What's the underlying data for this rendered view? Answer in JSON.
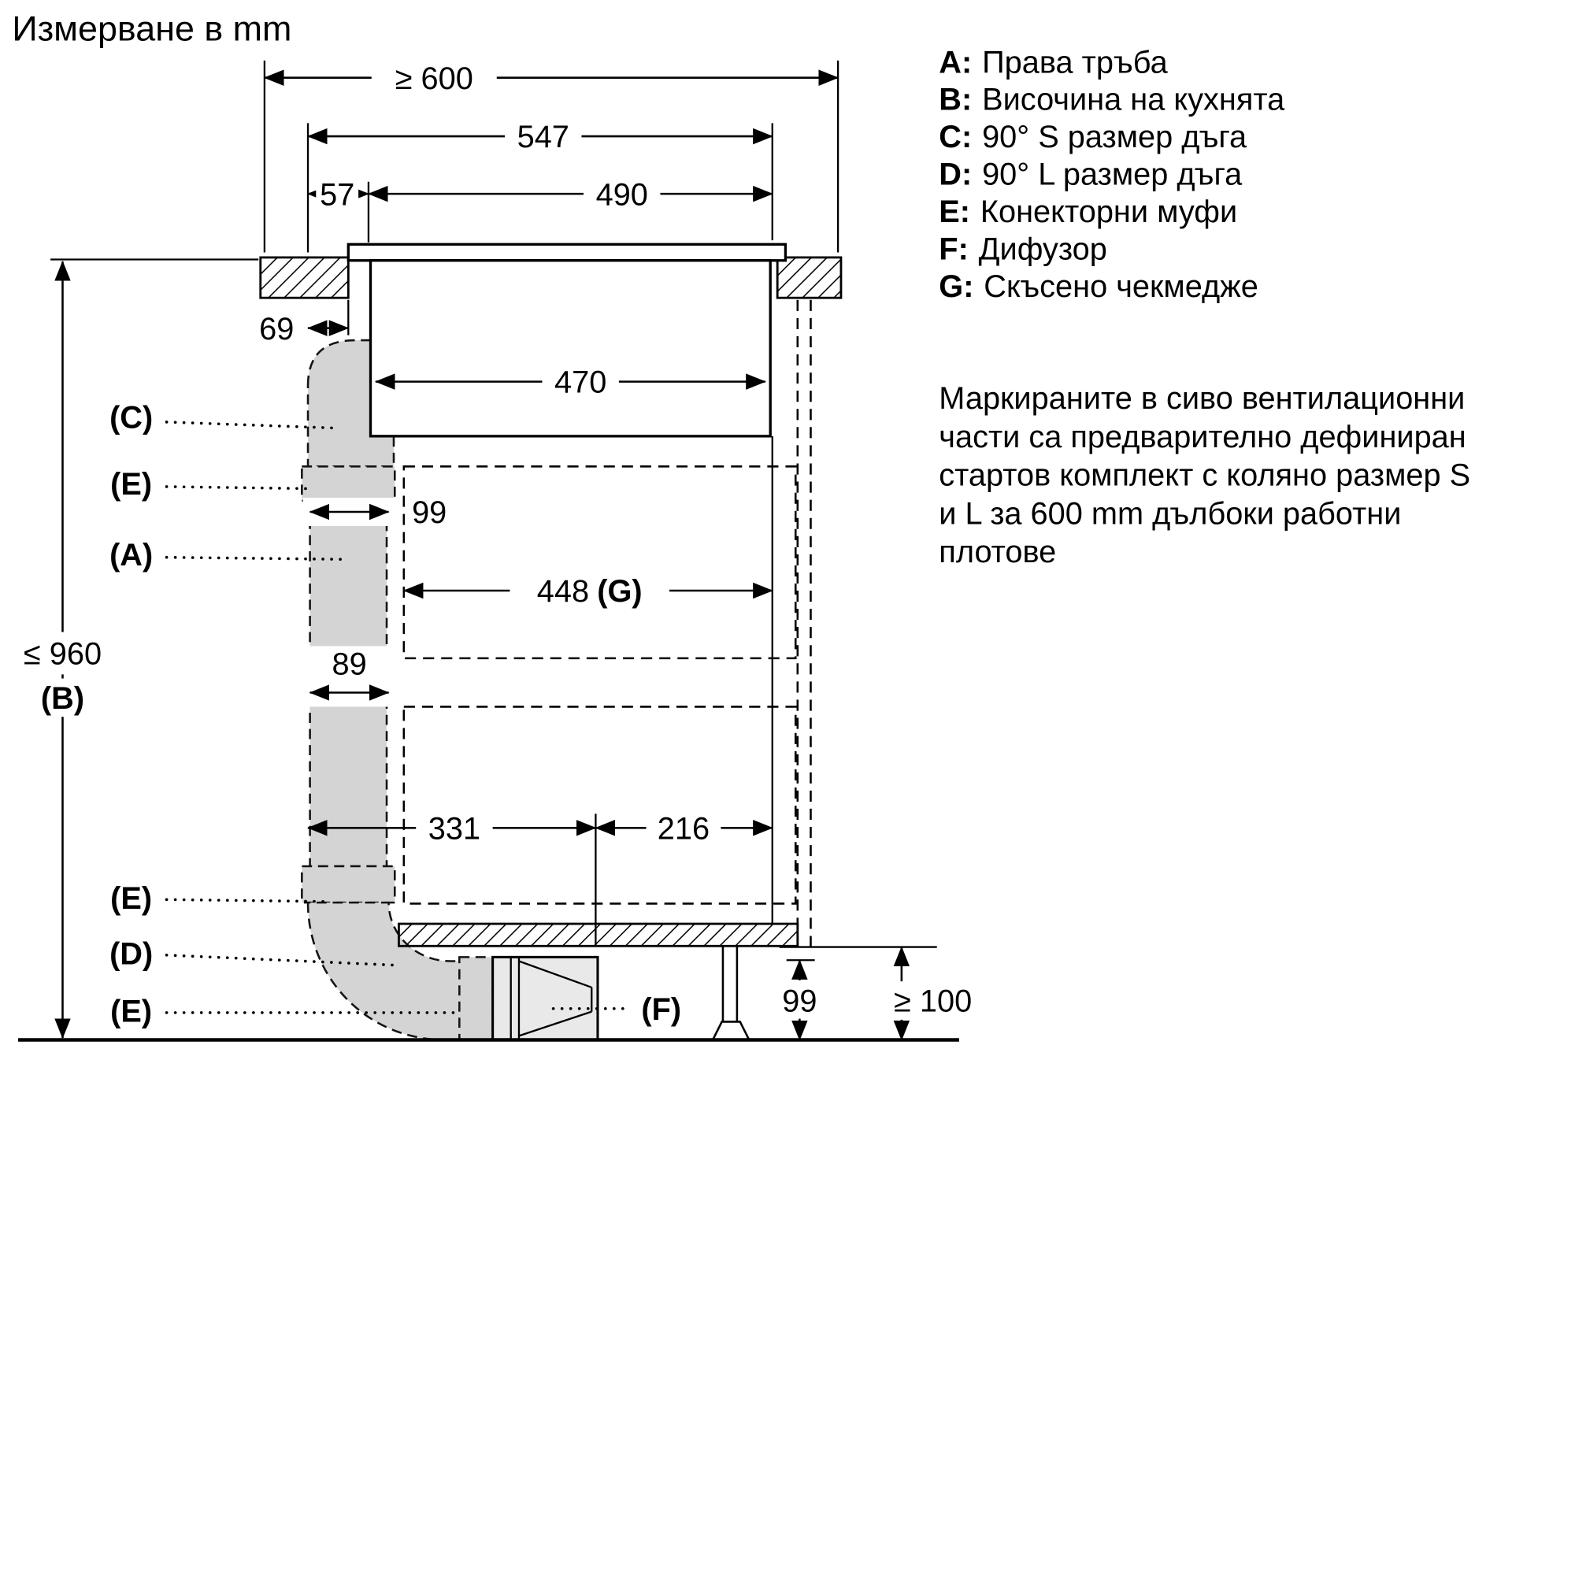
{
  "title": "Измерване в mm",
  "colors": {
    "duct_gray": "#d4d4d4",
    "diffuser_gray": "#e9e9e9"
  },
  "legend": {
    "items": [
      {
        "key": "A:",
        "label": "Права тръба"
      },
      {
        "key": "B:",
        "label": "Височина на кухнята"
      },
      {
        "key": "C:",
        "label": "90° S размер дъга"
      },
      {
        "key": "D:",
        "label": "90° L размер дъга"
      },
      {
        "key": "E:",
        "label": "Конекторни муфи"
      },
      {
        "key": "F:",
        "label": "Дифузор"
      },
      {
        "key": "G:",
        "label": "Скъсено чекмедже"
      }
    ],
    "note_lines": [
      "Маркираните в сиво вентилационни",
      "части са предварително дефиниран",
      "стартов комплект с коляно размер S",
      "и L за 600 mm дълбоки работни",
      "плотове"
    ]
  },
  "dims": {
    "d600": "≥ 600",
    "d547": "547",
    "d57": "57",
    "d490": "490",
    "d69": "69",
    "d470": "470",
    "d99_top": "99",
    "d448": "448",
    "d448_key": "(G)",
    "d89": "89",
    "d331": "331",
    "d216": "216",
    "d960": "≤ 960",
    "d960_key": "(B)",
    "d99_bottom": "99",
    "d100": "≥ 100"
  },
  "callouts": {
    "c": "(C)",
    "e": "(E)",
    "a": "(A)",
    "d": "(D)",
    "f": "(F)"
  }
}
